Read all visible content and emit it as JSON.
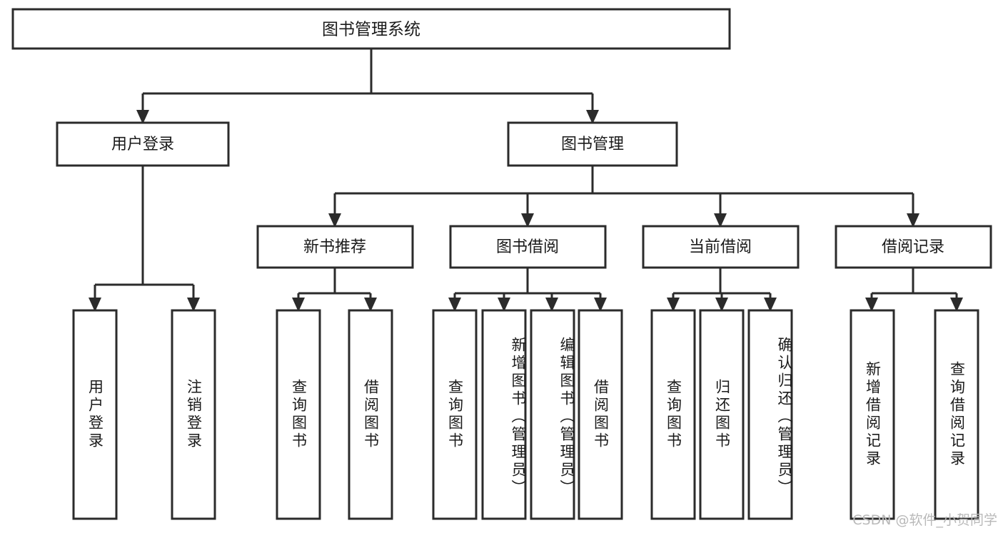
{
  "diagram": {
    "title": "图书管理系统",
    "type": "hierarchy-tree",
    "watermark": "CSDN @软件_小贺同学",
    "colors": {
      "box_stroke": "#2b2b2b",
      "box_fill": "#ffffff",
      "connector": "#2b2b2b",
      "text": "#1a1a1a",
      "watermark": "#b9b9b9",
      "background": "#ffffff"
    },
    "root": {
      "label": "图书管理系统"
    },
    "level2": [
      {
        "label": "用户登录"
      },
      {
        "label": "图书管理"
      }
    ],
    "level3": [
      {
        "label": "新书推荐"
      },
      {
        "label": "图书借阅"
      },
      {
        "label": "当前借阅"
      },
      {
        "label": "借阅记录"
      }
    ],
    "leaves": {
      "user_login": [
        {
          "label": "用户登录"
        },
        {
          "label": "注销登录"
        }
      ],
      "new_book_recommend": [
        {
          "label": "查询图书"
        },
        {
          "label": "借阅图书"
        }
      ],
      "book_borrow": [
        {
          "label": "查询图书"
        },
        {
          "label": "新增图书（管理员）"
        },
        {
          "label": "编辑图书（管理员）"
        },
        {
          "label": "借阅图书"
        }
      ],
      "current_borrow": [
        {
          "label": "查询图书"
        },
        {
          "label": "归还图书"
        },
        {
          "label": "确认归还（管理员）"
        }
      ],
      "borrow_record": [
        {
          "label": "新增借阅记录"
        },
        {
          "label": "查询借阅记录"
        }
      ]
    }
  }
}
